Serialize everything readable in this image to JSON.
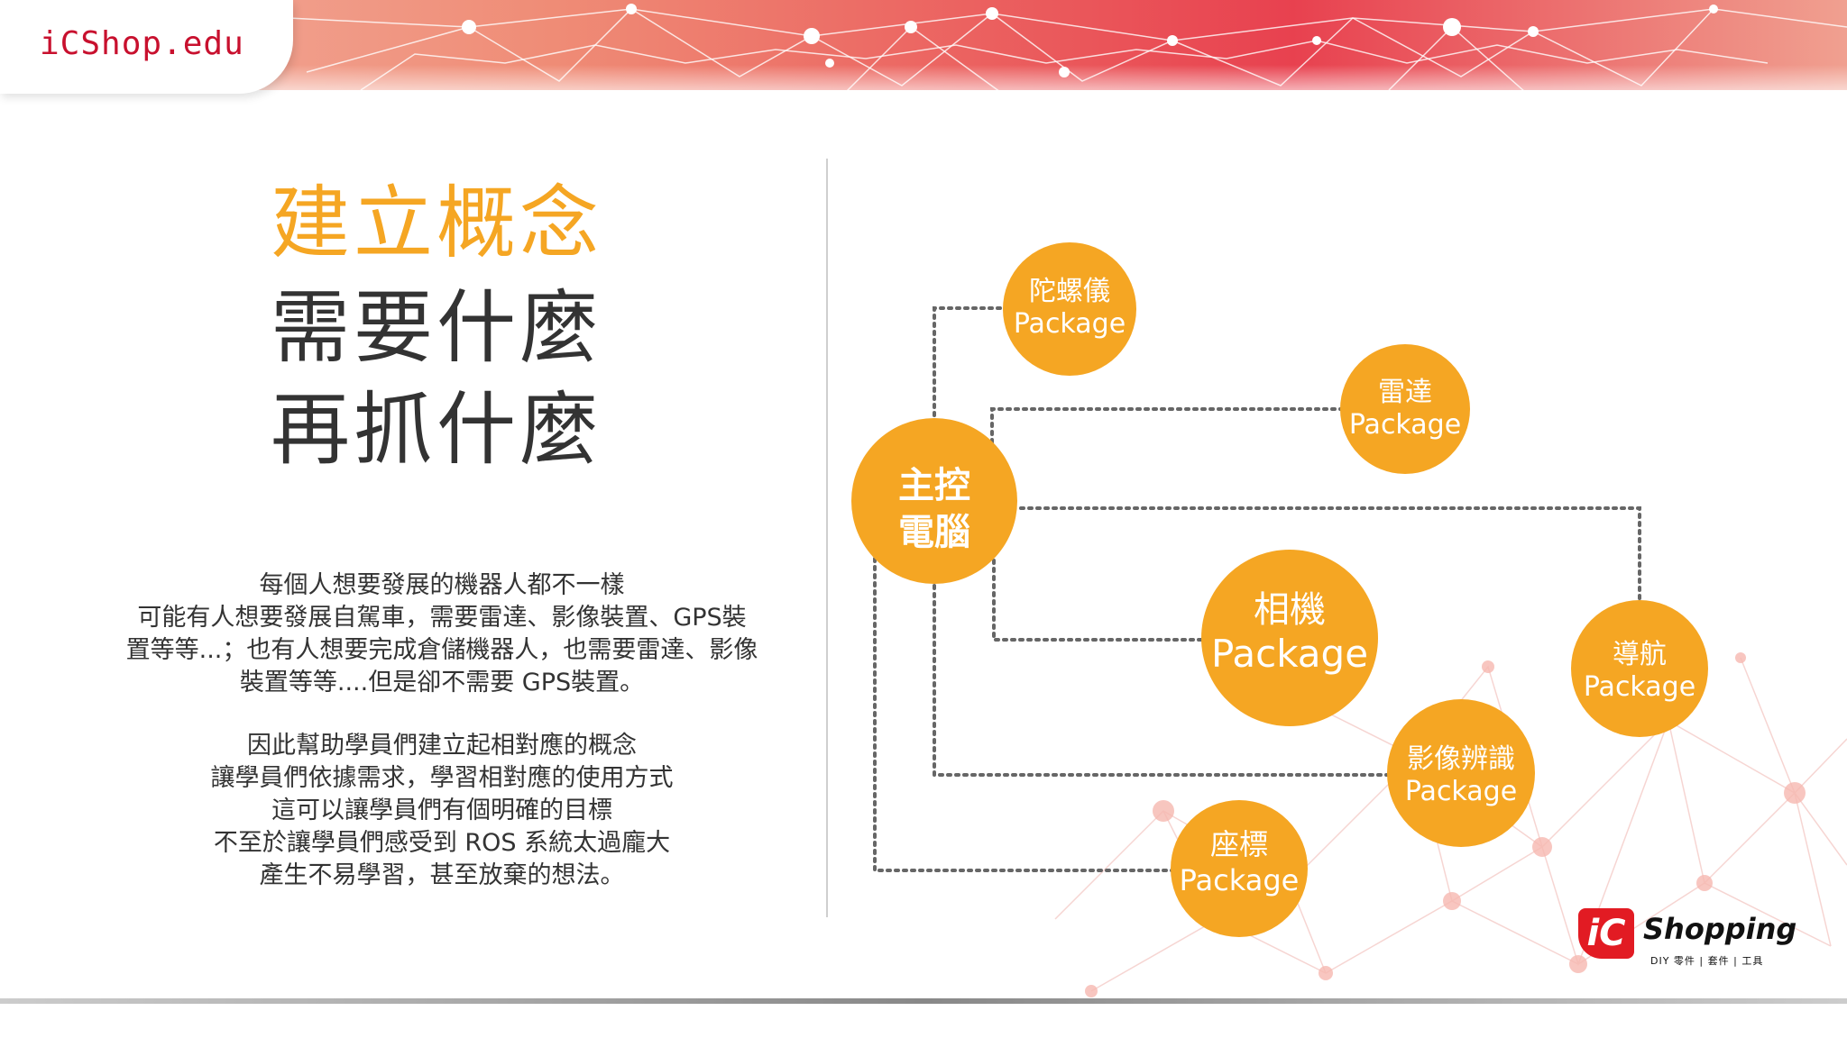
{
  "header": {
    "logo_text": "iCShop.edu"
  },
  "title": {
    "line1": "建立概念",
    "line2": "需要什麼",
    "line3": "再抓什麼"
  },
  "paragraphs": {
    "p1": [
      "每個人想要發展的機器人都不一樣",
      "可能有人想要發展自駕車，需要雷達、影像裝置、GPS裝",
      "置等等...；也有人想要完成倉儲機器人，也需要雷達、影像",
      "裝置等等....但是卻不需要 GPS裝置。"
    ],
    "p2": [
      "因此幫助學員們建立起相對應的概念",
      "讓學員們依據需求，學習相對應的使用方式",
      "這可以讓學員們有個明確的目標",
      "不至於讓學員們感受到 ROS 系統太過龐大",
      "產生不易學習，甚至放棄的想法。"
    ]
  },
  "diagram": {
    "main": {
      "line1": "主控",
      "line2": "電腦"
    },
    "packages": {
      "gyro": {
        "name": "陀螺儀",
        "sub": "Package"
      },
      "radar": {
        "name": "雷達",
        "sub": "Package"
      },
      "camera": {
        "name": "相機",
        "sub": "Package"
      },
      "nav": {
        "name": "導航",
        "sub": "Package"
      },
      "vision": {
        "name": "影像辨識",
        "sub": "Package"
      },
      "coord": {
        "name": "座標",
        "sub": "Package"
      }
    }
  },
  "brand": {
    "name": "Shopping",
    "ic": "iC",
    "tagline": "DIY 零件 | 套件 | 工具"
  },
  "colors": {
    "accent": "#f5a623",
    "node": "#f5a623",
    "header_red": "#e8414f",
    "text": "#333333"
  }
}
